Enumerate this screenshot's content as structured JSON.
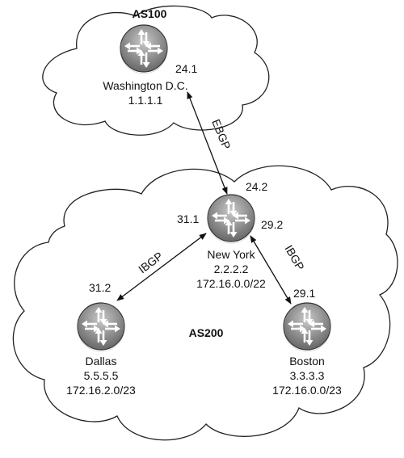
{
  "as100": {
    "label": "AS100",
    "router": {
      "name": "Washington D.C.",
      "router_id": "1.1.1.1",
      "interface": "24.1"
    }
  },
  "as200": {
    "label": "AS200",
    "new_york": {
      "name": "New York",
      "router_id": "2.2.2.2",
      "prefix": "172.16.0.0/22",
      "if_ebgp": "24.2",
      "if_dallas": "31.1",
      "if_boston": "29.2"
    },
    "dallas": {
      "name": "Dallas",
      "router_id": "5.5.5.5",
      "prefix": "172.16.2.0/23",
      "interface": "31.2"
    },
    "boston": {
      "name": "Boston",
      "router_id": "3.3.3.3",
      "prefix": "172.16.0.0/23",
      "interface": "29.1"
    }
  },
  "links": {
    "ebgp": "EBGP",
    "ibgp_dallas": "IBGP",
    "ibgp_boston": "IBGP"
  }
}
